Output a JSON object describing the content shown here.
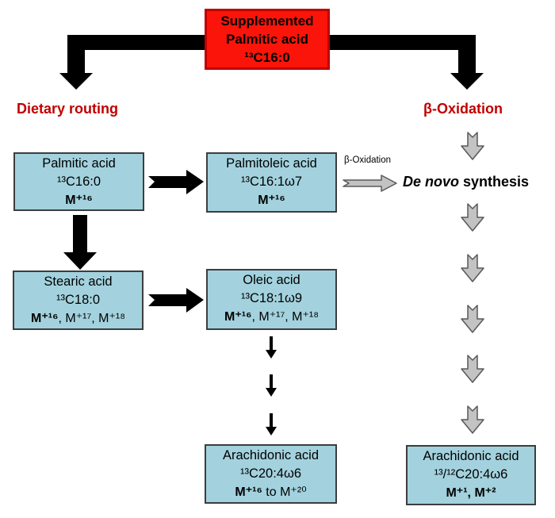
{
  "colors": {
    "supplement_box_fill": "#fb1409",
    "supplement_box_border": "#c00000",
    "heading_red": "#c00000",
    "metabolite_box_fill": "#a3d2de",
    "metabolite_box_border": "#3d3d3d",
    "black_arrow": "#000000",
    "gray_arrow_fill": "#c3c3c3",
    "gray_arrow_border": "#595959"
  },
  "top_box": {
    "line1": "Supplemented",
    "line2": "Palmitic acid",
    "line3": "¹³C16:0"
  },
  "headings": {
    "left": "Dietary routing",
    "right": "β-Oxidation"
  },
  "labels": {
    "beta_oxidation_small": "β-Oxidation",
    "de_novo_italic": "De novo",
    "de_novo_rest": " synthesis"
  },
  "boxes": {
    "palmitic": {
      "name": "Palmitic acid",
      "isotope": "¹³C16:0",
      "mass_bold": "M⁺¹⁶",
      "mass_rest": ""
    },
    "palmitoleic": {
      "name": "Palmitoleic acid",
      "isotope": "¹³C16:1ω7",
      "mass_bold": "M⁺¹⁶",
      "mass_rest": ""
    },
    "stearic": {
      "name": "Stearic acid",
      "isotope": "¹³C18:0",
      "mass_bold": "M⁺¹⁶",
      "mass_rest": ", M⁺¹⁷, M⁺¹⁸"
    },
    "oleic": {
      "name": "Oleic acid",
      "isotope": "¹³C18:1ω9",
      "mass_bold": "M⁺¹⁶",
      "mass_rest": ", M⁺¹⁷, M⁺¹⁸"
    },
    "arachidonic_dietary": {
      "name": "Arachidonic acid",
      "isotope": "¹³C20:4ω6",
      "mass_bold": "M⁺¹⁶",
      "mass_rest": " to M⁺²⁰"
    },
    "arachidonic_denovo": {
      "name": "Arachidonic acid",
      "isotope": "¹³/¹²C20:4ω6",
      "mass_bold": "M⁺¹, M⁺²",
      "mass_rest": ""
    }
  }
}
